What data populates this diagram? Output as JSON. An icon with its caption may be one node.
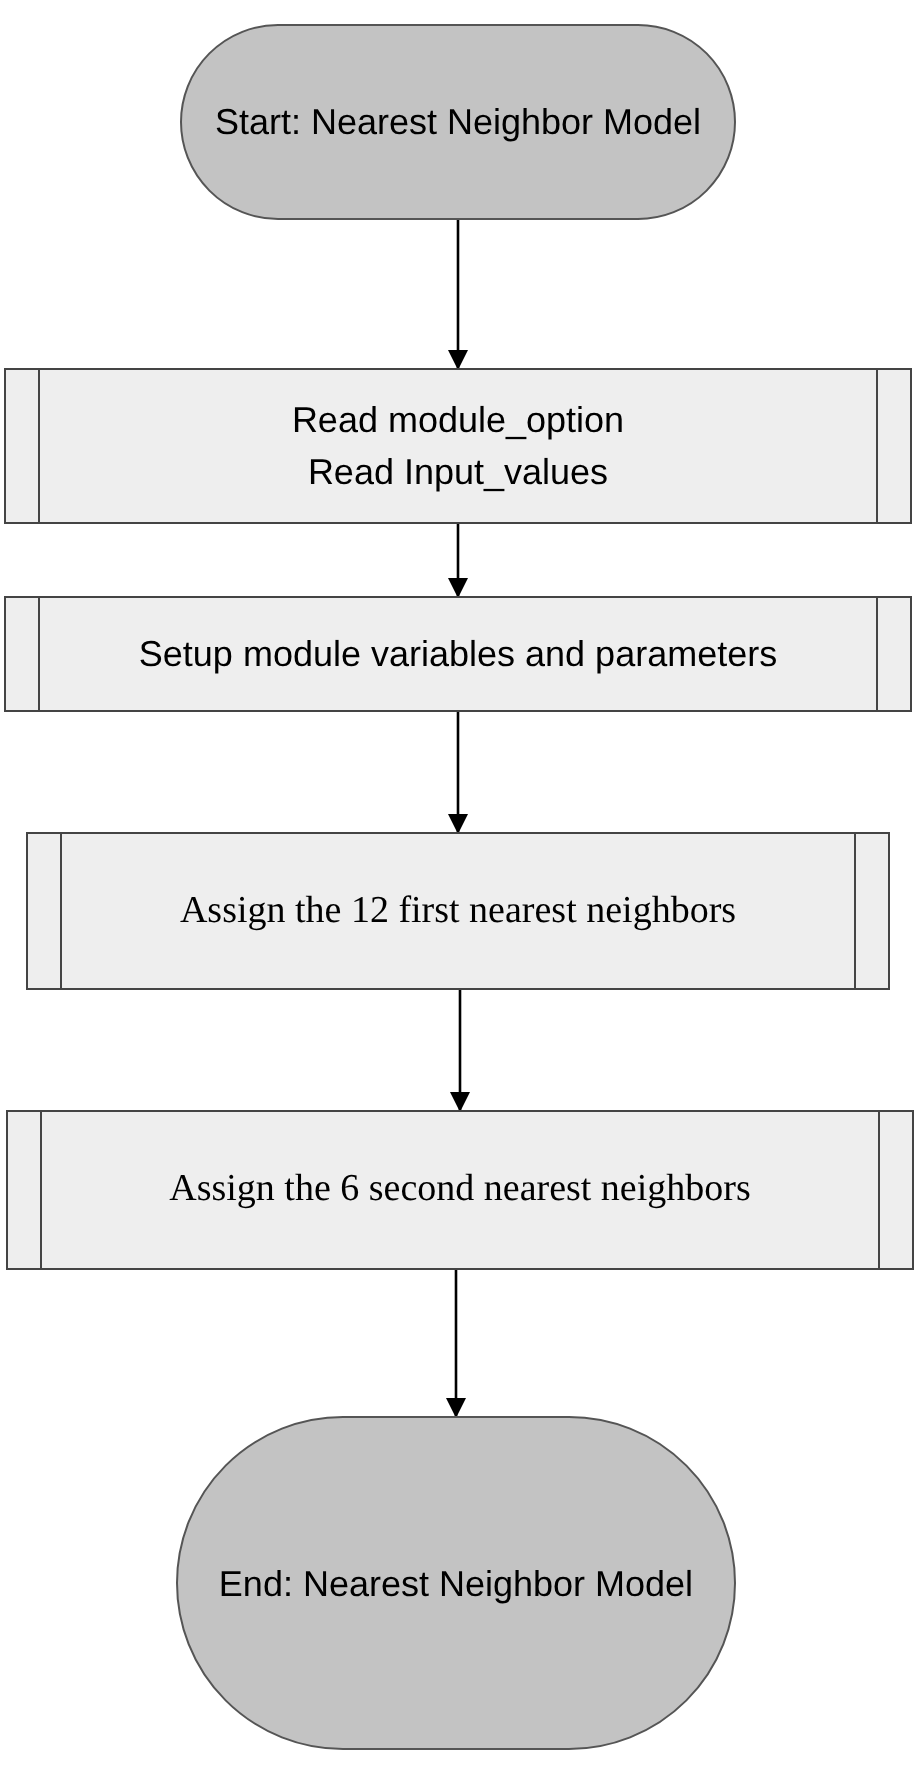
{
  "diagram": {
    "nodes": [
      {
        "text": [
          "Start: Nearest Neighbor Model"
        ]
      },
      {
        "text": [
          "Read module_option",
          "Read Input_values"
        ]
      },
      {
        "text": [
          "Setup module variables and parameters"
        ]
      },
      {
        "text": [
          "Assign the 12 first nearest neighbors"
        ]
      },
      {
        "text": [
          "Assign the 6 second nearest neighbors"
        ]
      },
      {
        "text": [
          "End: Nearest Neighbor Model"
        ]
      }
    ],
    "edges": [
      {
        "from": 0,
        "to": 1,
        "arrow": "to"
      },
      {
        "from": 1,
        "to": 2,
        "arrow": "to"
      },
      {
        "from": 2,
        "to": 3,
        "arrow": "to"
      },
      {
        "from": 3,
        "to": 4,
        "arrow": "to"
      },
      {
        "from": 4,
        "to": 5,
        "arrow": "to"
      }
    ]
  }
}
